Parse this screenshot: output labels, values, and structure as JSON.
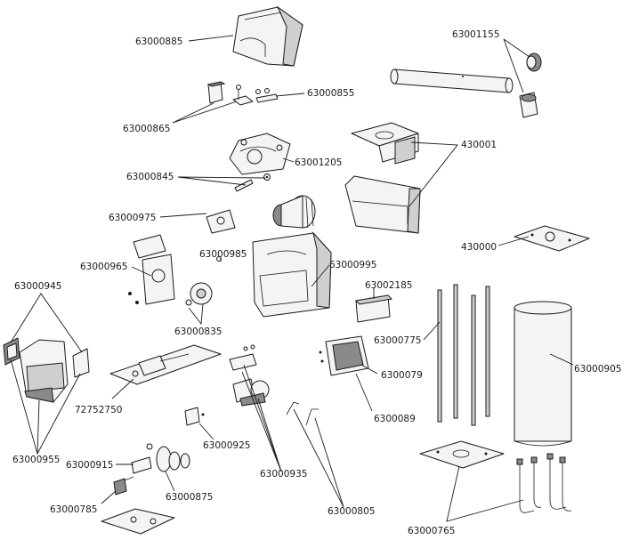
{
  "part_labels": [
    {
      "id": "p63000885",
      "code": "63000885"
    },
    {
      "id": "p63001155",
      "code": "63001155"
    },
    {
      "id": "p63000855",
      "code": "63000855"
    },
    {
      "id": "p63000865",
      "code": "63000865"
    },
    {
      "id": "p430001",
      "code": "430001"
    },
    {
      "id": "p63001205",
      "code": "63001205"
    },
    {
      "id": "p63000845",
      "code": "63000845"
    },
    {
      "id": "p63000975",
      "code": "63000975"
    },
    {
      "id": "p430000",
      "code": "430000"
    },
    {
      "id": "p63000985",
      "code": "63000985"
    },
    {
      "id": "p63000965",
      "code": "63000965"
    },
    {
      "id": "p63000995",
      "code": "63000995"
    },
    {
      "id": "p63000945",
      "code": "63000945"
    },
    {
      "id": "p63002185",
      "code": "63002185"
    },
    {
      "id": "p63000835",
      "code": "63000835"
    },
    {
      "id": "p63000775",
      "code": "63000775"
    },
    {
      "id": "p63000905",
      "code": "63000905"
    },
    {
      "id": "p6300079",
      "code": "6300079"
    },
    {
      "id": "p72752750",
      "code": "72752750"
    },
    {
      "id": "p6300089",
      "code": "6300089"
    },
    {
      "id": "p63000925",
      "code": "63000925"
    },
    {
      "id": "p63000955",
      "code": "63000955"
    },
    {
      "id": "p63000915",
      "code": "63000915"
    },
    {
      "id": "p63000935",
      "code": "63000935"
    },
    {
      "id": "p63000875",
      "code": "63000875"
    },
    {
      "id": "p63000805",
      "code": "63000805"
    },
    {
      "id": "p63000785",
      "code": "63000785"
    },
    {
      "id": "p63000765",
      "code": "63000765"
    }
  ]
}
